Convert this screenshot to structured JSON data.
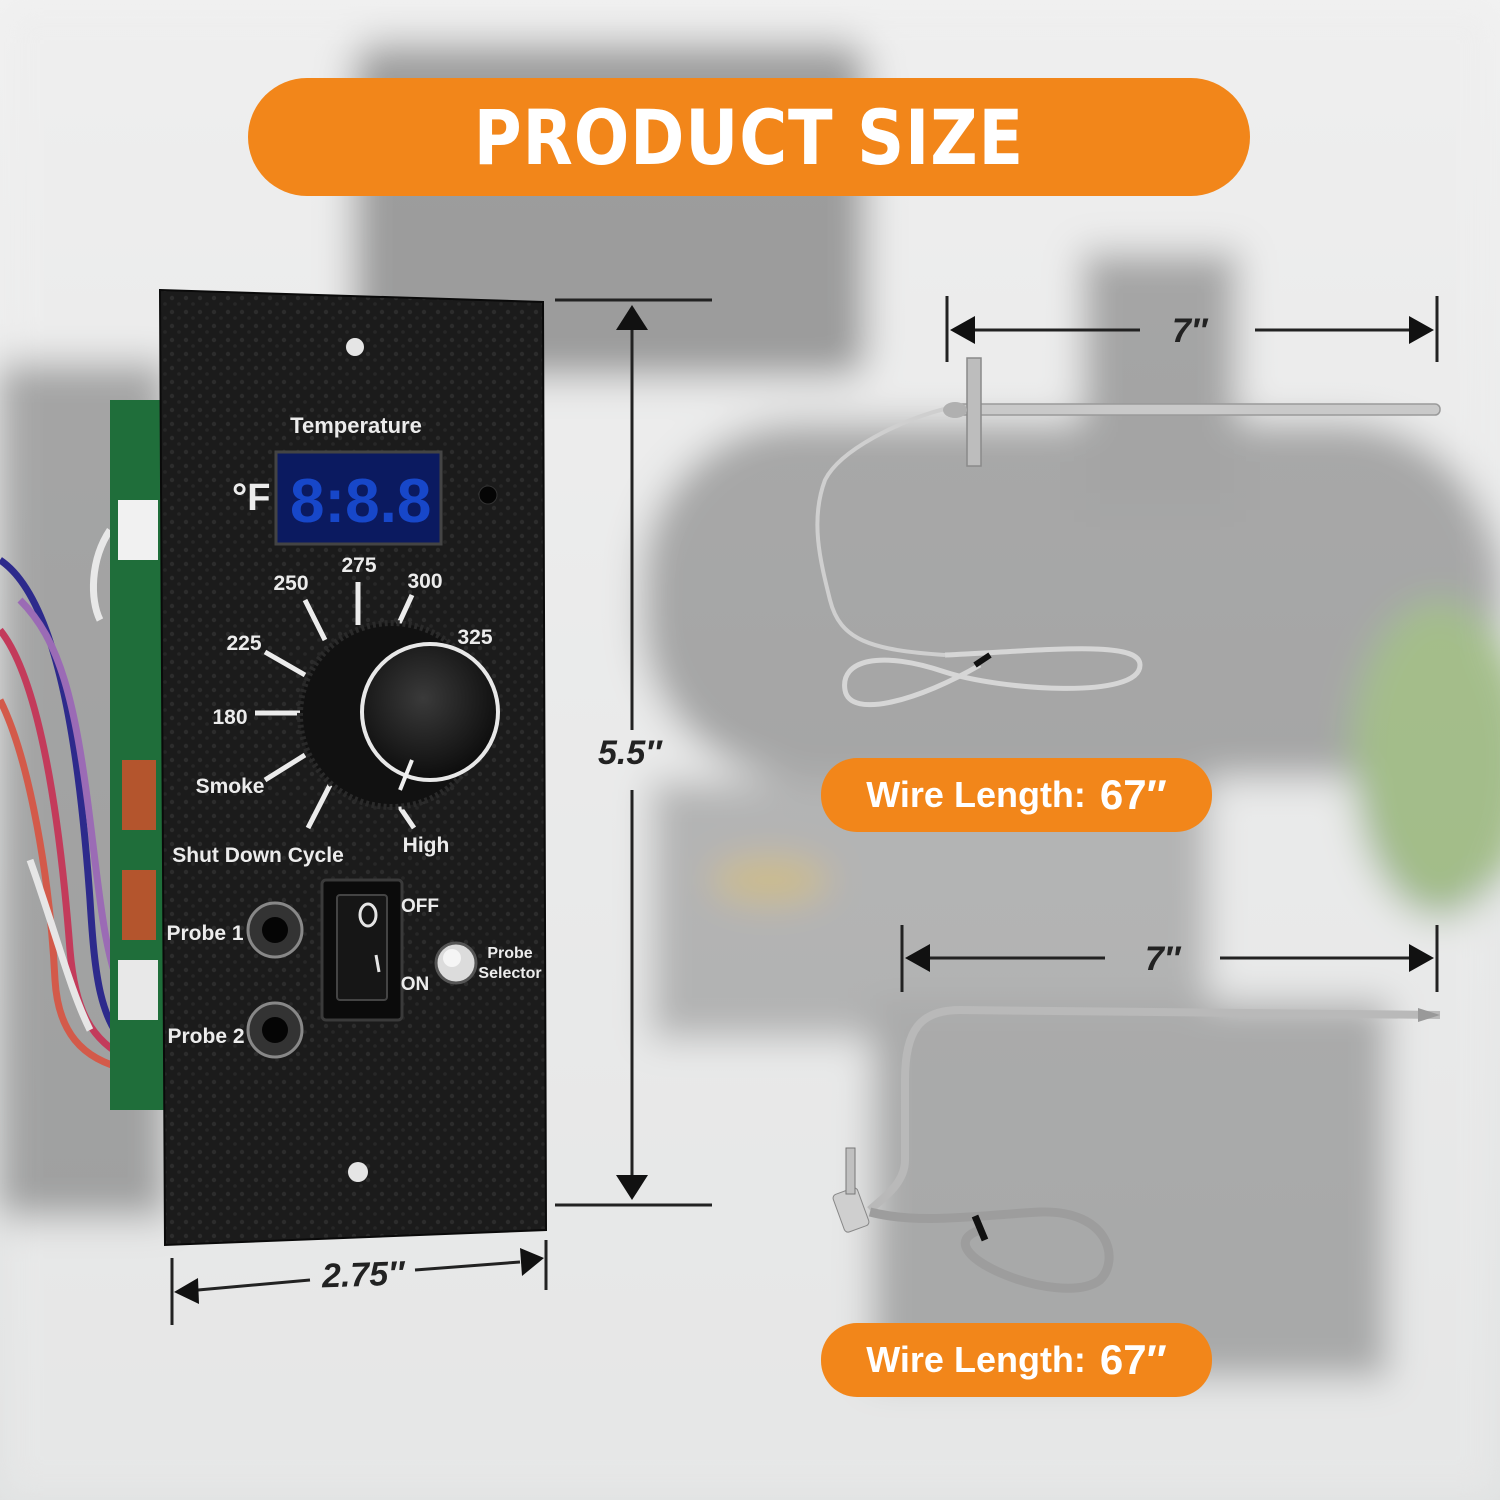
{
  "banner": {
    "title": "PRODUCT SIZE"
  },
  "controller": {
    "display_label": "Temperature",
    "unit": "°F",
    "dial_settings": [
      "Shut Down Cycle",
      "Smoke",
      "180",
      "225",
      "250",
      "275",
      "300",
      "325",
      "High"
    ],
    "switch_off_label": "OFF",
    "switch_on_label": "ON",
    "probe1_label": "Probe 1",
    "probe2_label": "Probe 2",
    "probe_selector_label": [
      "Probe",
      "Selector"
    ],
    "width": "2.75″",
    "height": "5.5″"
  },
  "rtd_probe": {
    "length": "7″",
    "wire_label": "Wire Length:",
    "wire_value": "67″"
  },
  "meat_probe": {
    "length": "7″",
    "wire_label": "Wire Length:",
    "wire_value": "67″"
  },
  "colors": {
    "accent": "#f2861a",
    "panel": "#1b1b1b",
    "lcd": "#1747c9"
  }
}
